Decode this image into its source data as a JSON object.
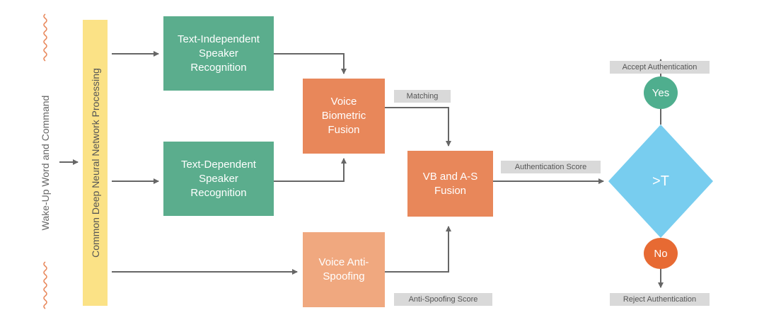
{
  "diagram": {
    "input_label": "Wake-Up Word and Command",
    "dnn_label": "Common Deep Neural Network Processing",
    "ti_speaker": "Text-Independent\nSpeaker\nRecognition",
    "td_speaker": "Text-Dependent\nSpeaker\nRecognition",
    "vb_fusion": "Voice\nBiometric\nFusion",
    "anti_spoofing": "Voice Anti-\nSpoofing",
    "vb_as_fusion": "VB and A-S\nFusion",
    "matching_tag": "Matching",
    "auth_score_tag": "Authentication Score",
    "anti_spoof_score_tag": "Anti-Spoofing Score",
    "threshold": ">T",
    "yes": "Yes",
    "no": "No",
    "accept": "Accept Authentication",
    "reject": "Reject Authentication"
  },
  "colors": {
    "green": "#5bad8d",
    "orange": "#e8875a",
    "peach": "#f0a87f",
    "yellow": "#fbe286",
    "diamond": "#78cdef",
    "yes_circle": "#4fae8e",
    "no_circle": "#e76a33",
    "tag_bg": "#d9d9d9",
    "wire": "#666666",
    "squiggle": "#e8875a"
  }
}
